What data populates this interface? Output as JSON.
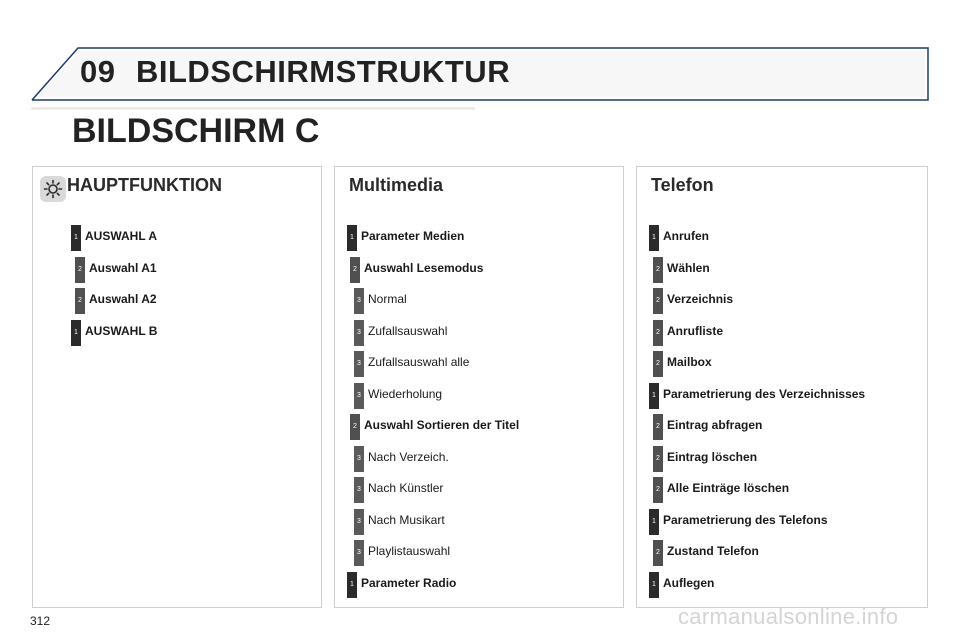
{
  "chapter": {
    "number": "09",
    "title": "BILDSCHIRMSTRUKTUR"
  },
  "screen_title": "BILDSCHIRM C",
  "columns": {
    "main": {
      "heading": "HAUPTFUNKTION",
      "items": [
        {
          "level": "1",
          "label": "AUSWAHL A"
        },
        {
          "level": "2",
          "label": "Auswahl A1"
        },
        {
          "level": "2",
          "label": "Auswahl A2"
        },
        {
          "level": "1",
          "label": "AUSWAHL B"
        }
      ]
    },
    "multimedia": {
      "heading": "Multimedia",
      "items": [
        {
          "level": "1",
          "label": "Parameter Medien"
        },
        {
          "level": "2",
          "label": "Auswahl Lesemodus"
        },
        {
          "level": "3",
          "label": "Normal"
        },
        {
          "level": "3",
          "label": "Zufallsauswahl"
        },
        {
          "level": "3",
          "label": "Zufallsauswahl alle"
        },
        {
          "level": "3",
          "label": "Wiederholung"
        },
        {
          "level": "2",
          "label": "Auswahl Sortieren der Titel"
        },
        {
          "level": "3",
          "label": "Nach Verzeich."
        },
        {
          "level": "3",
          "label": "Nach Künstler"
        },
        {
          "level": "3",
          "label": "Nach Musikart"
        },
        {
          "level": "3",
          "label": "Playlistauswahl"
        },
        {
          "level": "1",
          "label": "Parameter Radio"
        }
      ]
    },
    "telefon": {
      "heading": "Telefon",
      "items": [
        {
          "level": "1",
          "label": "Anrufen"
        },
        {
          "level": "2",
          "label": "Wählen"
        },
        {
          "level": "2",
          "label": "Verzeichnis"
        },
        {
          "level": "2",
          "label": "Anrufliste"
        },
        {
          "level": "2",
          "label": "Mailbox"
        },
        {
          "level": "1",
          "label": "Parametrierung des Verzeichnisses"
        },
        {
          "level": "2",
          "label": "Eintrag abfragen"
        },
        {
          "level": "2",
          "label": "Eintrag löschen"
        },
        {
          "level": "2",
          "label": "Alle Einträge löschen"
        },
        {
          "level": "1",
          "label": "Parametrierung des Telefons"
        },
        {
          "level": "2",
          "label": "Zustand Telefon"
        },
        {
          "level": "1",
          "label": "Auflegen"
        }
      ]
    }
  },
  "page_number": "312",
  "watermark": "carmanualsonline.info",
  "icons": {
    "main_heading": "gear-icon"
  },
  "colors": {
    "badge_dark": "#2b2b2b",
    "banner_stroke": "#1f3a6b",
    "panel_border": "#cfcfcf"
  }
}
